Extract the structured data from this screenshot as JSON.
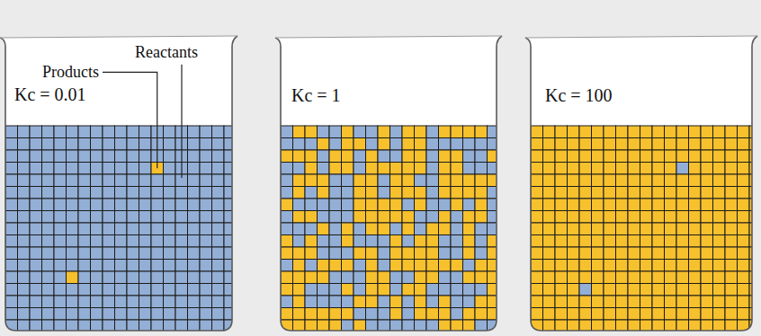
{
  "diagram": {
    "nodes": [
      {
        "text": [
          "Kc = 0.01"
        ]
      },
      {
        "text": [
          "Kc = 1"
        ]
      },
      {
        "text": [
          "Kc = 100"
        ]
      }
    ],
    "labels": [
      "Reactants",
      "Products"
    ]
  }
}
